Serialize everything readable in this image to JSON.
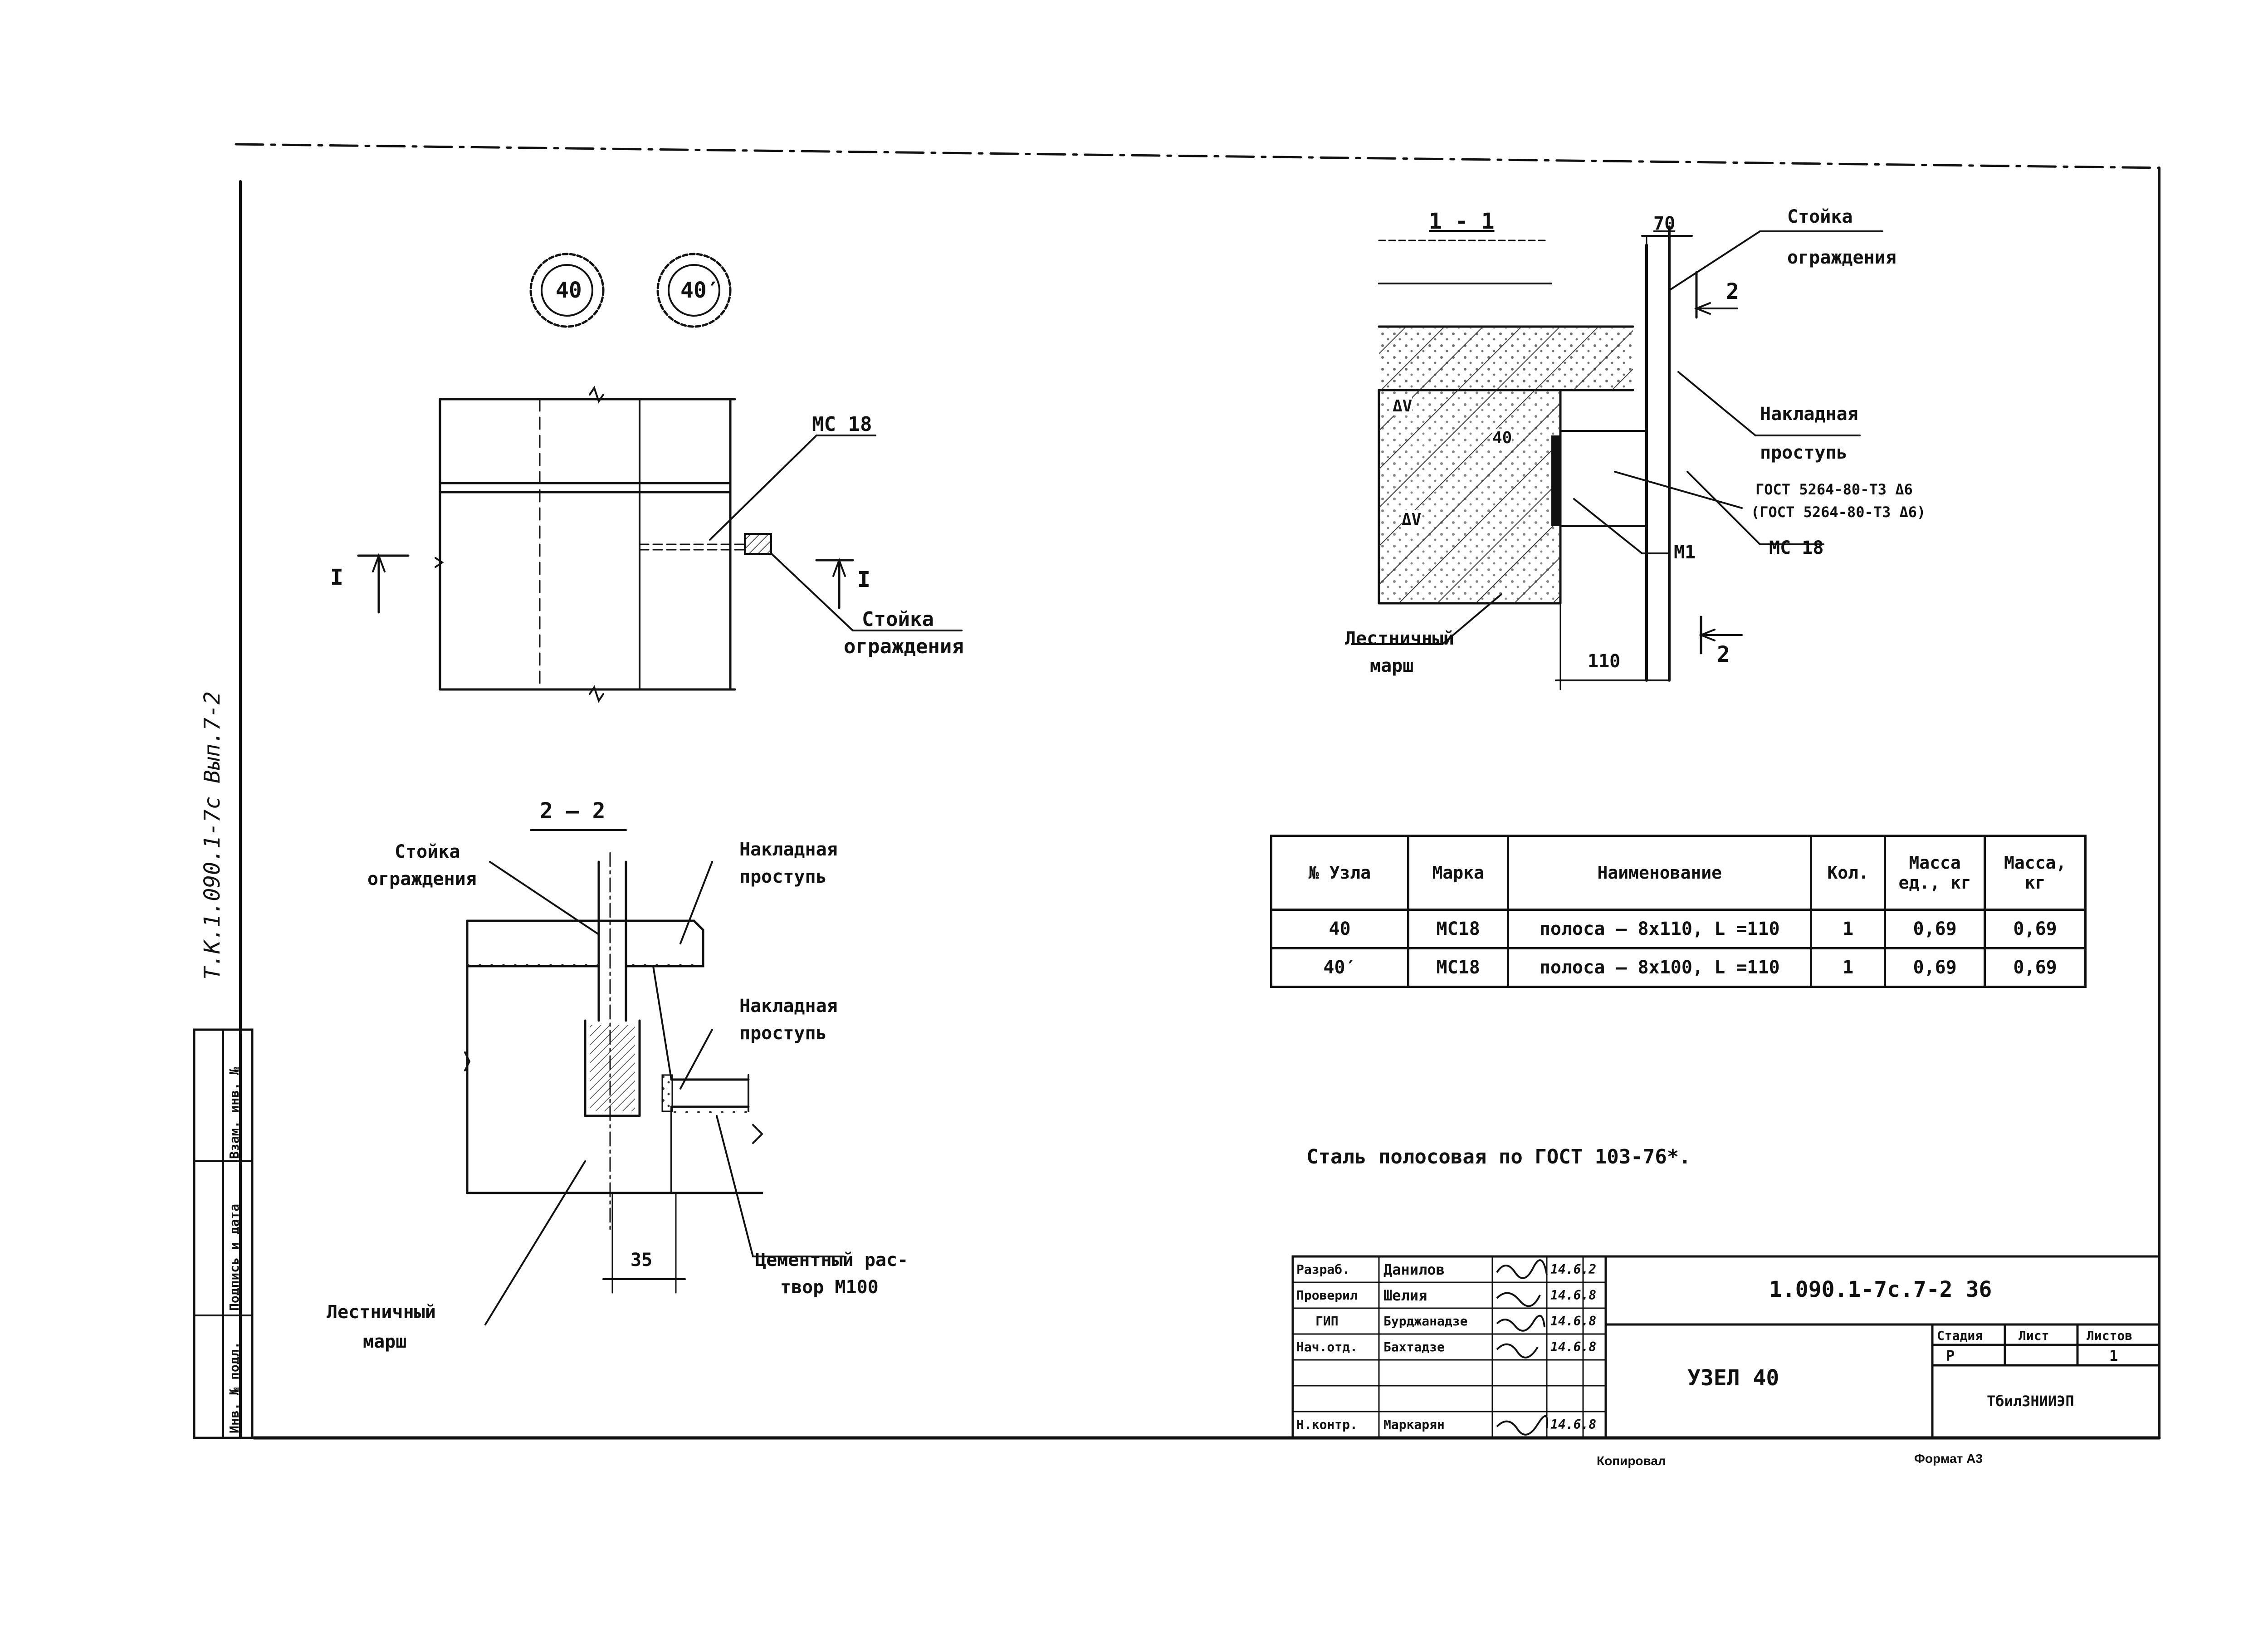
{
  "side_code": "Т.К.1.090.1-7с Вып.7-2",
  "node_marks": [
    "40",
    "40′"
  ],
  "plan_view": {
    "part_label": "МС 18",
    "section_marker": "I",
    "post_label": [
      "Стойка",
      "ограждения"
    ]
  },
  "section_1_1": {
    "title": "1 - 1",
    "dim_top": "70",
    "dim_bottom": "110",
    "post_label": [
      "Стойка",
      "ограждения"
    ],
    "plate_label": [
      "Накладная",
      "проступь"
    ],
    "gost_lines": [
      "ГОСТ 5264-80-Т3 Δ6",
      "(ГОСТ 5264-80-Т3 Δ6)"
    ],
    "part_label": "МС 18",
    "m_label": "М1",
    "stair_label": [
      "Лестничный",
      "марш"
    ],
    "section_marker": "2",
    "slab_marks": [
      "ΔV",
      "40",
      "ΔV"
    ]
  },
  "section_2_2": {
    "title": "2 — 2",
    "post_label": [
      "Стойка",
      "ограждения"
    ],
    "plate_label_top": [
      "Накладная",
      "проступь"
    ],
    "plate_label_mid": [
      "Накладная",
      "проступь"
    ],
    "mortar_label": [
      "Цементный рас-",
      "твор М100"
    ],
    "stair_label": [
      "Лестничный",
      "марш"
    ],
    "dim": "35"
  },
  "spec_table": {
    "headers": [
      "№ Узла",
      "Марка",
      "Наименование",
      "Кол.",
      "Масса ед., кг",
      "Масса, кг"
    ],
    "rows": [
      [
        "40",
        "МС18",
        "полоса – 8x110, L =110",
        "1",
        "0,69",
        "0,69"
      ],
      [
        "40′",
        "МС18",
        "полоса – 8x100, L =110",
        "1",
        "0,69",
        "0,69"
      ]
    ]
  },
  "note": "Сталь полосовая по ГОСТ 103-76*.",
  "title_block": {
    "roles": [
      "Разраб.",
      "Проверил",
      "ГИП",
      "Нач.отд.",
      "",
      "",
      "Н.контр."
    ],
    "names": [
      "Данилов",
      "Шелия",
      "Бурджанадзе",
      "Бахтадзе",
      "",
      "",
      "Маркарян"
    ],
    "dates": [
      "14.6.2",
      "14.6.8",
      "14.6.8",
      "14.6.8",
      "",
      "",
      "14.6.8"
    ],
    "doc_code": "1.090.1-7с.7-2 36",
    "sheet_title": "УЗЕЛ 40",
    "stage_headers": [
      "Стадия",
      "Лист",
      "Листов"
    ],
    "stage_values": [
      "Р",
      "",
      "1"
    ],
    "org": "ТбилЗНИИЭП",
    "kopiroval": "Копировал",
    "format": "Формат А3"
  },
  "side_stamp": [
    "Инв. № подл.",
    "Подпись и дата",
    "Взам. инв. №"
  ]
}
